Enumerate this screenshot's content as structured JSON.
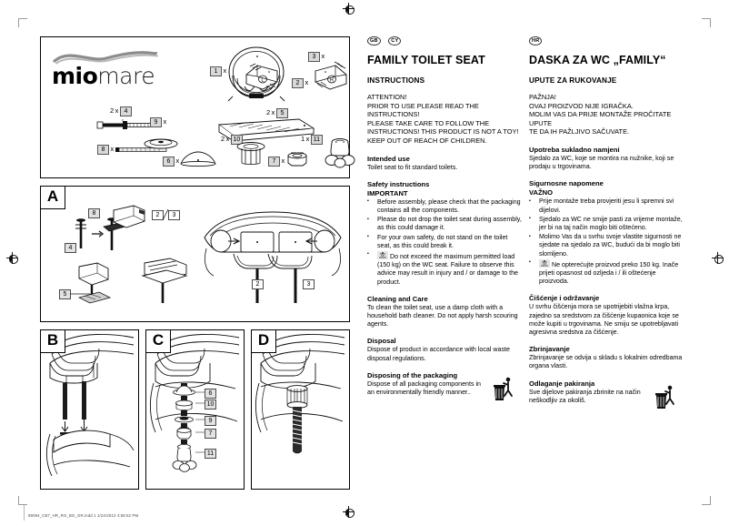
{
  "document": {
    "footer_text": "89094_CB7_HR_RO_BG_GR.indd   1 1/24/2013   4:58:52 PM"
  },
  "brand": {
    "name_bold": "mio",
    "name_light": "mare"
  },
  "parts": {
    "items": [
      {
        "num": "1",
        "qty": "1 x",
        "name": "toilet-seat"
      },
      {
        "num": "2",
        "qty": "2 x",
        "name": "hinge-left"
      },
      {
        "num": "3",
        "qty": "3 x",
        "name": "hinge-right"
      },
      {
        "num": "4",
        "qty": "2 x",
        "name": "bolt-long"
      },
      {
        "num": "5",
        "qty": "2 x",
        "name": "plate"
      },
      {
        "num": "6",
        "qty": "6 x",
        "name": "cone-washer"
      },
      {
        "num": "7",
        "qty": "7 x",
        "name": "nut"
      },
      {
        "num": "8",
        "qty": "8 x",
        "name": "screw-small"
      },
      {
        "num": "9",
        "qty": "9 x",
        "name": "flat-washer"
      },
      {
        "num": "10",
        "qty": "2 x",
        "name": "spacer-bush"
      },
      {
        "num": "11",
        "qty": "1 x",
        "name": "wing-nut"
      }
    ]
  },
  "steps": {
    "a": {
      "label": "A",
      "callouts": [
        "8",
        "2",
        "3",
        "4",
        "5",
        "2",
        "3"
      ]
    },
    "b": {
      "label": "B",
      "callouts": []
    },
    "c": {
      "label": "C",
      "callouts": [
        "6",
        "10",
        "9",
        "7",
        "11"
      ]
    },
    "d": {
      "label": "D",
      "callouts": []
    }
  },
  "english": {
    "flags": [
      "GB",
      "CY"
    ],
    "title": "FAMILY TOILET SEAT",
    "subtitle": "INSTRUCTIONS",
    "attention": "ATTENTION!\nPRIOR TO USE PLEASE READ THE INSTRUCTIONS!\nPLEASE TAKE CARE TO FOLLOW THE\nINSTRUCTIONS! THIS PRODUCT IS NOT A TOY!\nKEEP OUT OF REACH OF CHILDREN.",
    "intended_use": {
      "heading": "Intended use",
      "body": "Toilet seat to fit standard toilets."
    },
    "safety": {
      "heading": "Safety instructions",
      "heading2": "IMPORTANT",
      "bullets": [
        "Before assembly, please check that the packaging contains all the components.",
        "Please do not drop the toilet seat during assembly, as this could damage it.",
        "For your own safety, do not stand on the toilet seat, as this could break it.",
        "Do not exceed the maximum permitted load (150 kg) on the WC seat. Failure to observe this advice may result in injury and / or damage to the product."
      ]
    },
    "cleaning": {
      "heading": "Cleaning and Care",
      "body": "To clean the toilet seat, use a damp cloth with a household bath cleaner. Do not apply harsh scouring agents."
    },
    "disposal": {
      "heading": "Disposal",
      "body": "Dispose of product in accordance with local waste disposal regulations."
    },
    "packaging": {
      "heading": "Disposing of the packaging",
      "body": "Dispose of all packaging components in an environmentally friendly manner.."
    }
  },
  "croatian": {
    "flags": [
      "HR"
    ],
    "title": "DASKA ZA WC „FAMILY“",
    "subtitle": "UPUTE ZA RUKOVANJE",
    "attention": "PAŽNJA!\nOVAJ PROIZVOD NIJE IGRAČKA.\nMOLIM VAS DA PRIJE MONTAŽE PROČITATE UPUTE\nTE DA IH PAŽLJIVO SAČUVATE.",
    "intended_use": {
      "heading": "Upotreba sukladno namjeni",
      "body": "Sjedalo za WC, koje se montira na nužnike, koji se prodaju u trgovinama."
    },
    "safety": {
      "heading": "Sigurnosne napomene",
      "heading2": "VAŽNO",
      "bullets": [
        "Prije montaže treba provjeriti jesu li spremni svi dijelovi.",
        "Sjedalo za WC ne smije pasti za vrijeme montaže, jer bi na taj način moglo biti oštećeno.",
        "Molimo Vas da u svrhu svoje vlastite sigurnosti ne sjedate na sjedalo za WC, budući da bi moglo biti slomljeno.",
        "Ne opterećujte proizvod preko 150 kg. Inače prijeti opasnost od ozljeda i / ili oštećenje proizvoda."
      ]
    },
    "cleaning": {
      "heading": "Čišćenje i održavanje",
      "body": "U svrhu čišćenja mora se upotrijebiti vlažna krpa, zajedno sa sredstvom za čišćenje kupaonica koje se može kupiti u trgovinama. Ne smiju se upotrebljavati agresivna sredstva za čišćenje."
    },
    "disposal": {
      "heading": "Zbrinjavanje",
      "body": "Zbrinjavanje se odvija u skladu s lokalnim odredbama organa vlasti."
    },
    "packaging": {
      "heading": "Odlaganje pakiranja",
      "body": "Sve dijelove pakiranja zbrinite na način neškodljiv za okoliš."
    }
  },
  "colors": {
    "ink": "#000000",
    "callout_fill": "#e2e2e2",
    "logo_gray": "#8c8c8c"
  }
}
